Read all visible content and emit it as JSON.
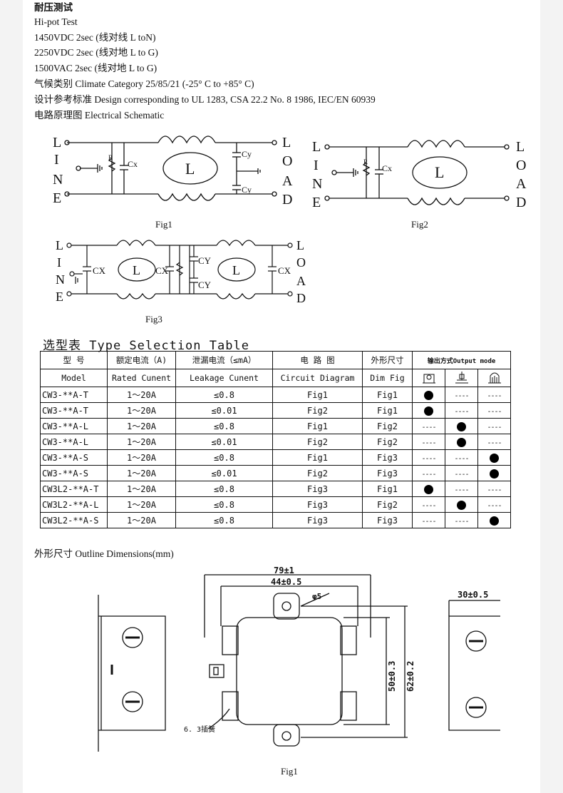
{
  "specs": {
    "line1": "耐压测试",
    "line2": "Hi-pot Test",
    "line3": "1450VDC 2sec (线对线 L toN)",
    "line4": "2250VDC 2sec (线对地 L to G)",
    "line5": "1500VAC 2sec (线对地 L to G)",
    "line6": "气候类别  Climate Category 25/85/21 (-25°  C to +85°  C)",
    "line7": "设计参考标准  Design corresponding to UL 1283, CSA 22.2 No. 8 1986, IEC/EN 60939",
    "line8": "电路原理图  Electrical Schematic"
  },
  "schematics": {
    "left_letters": [
      "L",
      "I",
      "N",
      "E"
    ],
    "right_letters": [
      "L",
      "O",
      "A",
      "D"
    ],
    "fig1": {
      "caption": "Fig1",
      "r": "R",
      "cx": "Cx",
      "cy1": "Cy",
      "cy2": "Cy",
      "l": "L"
    },
    "fig2": {
      "caption": "Fig2",
      "r": "R",
      "cx": "Cx",
      "l": "L"
    },
    "fig3": {
      "caption": "Fig3",
      "cx1": "CX",
      "cx2": "CX",
      "cx3": "CX",
      "cy1": "CY",
      "cy2": "CY",
      "l": "L"
    }
  },
  "table": {
    "title": "选型表 Type Selection Table",
    "header_cn": [
      "型      号",
      "额定电流（A)",
      "泄漏电流（≤mA）",
      "电    路    图",
      "外形尺寸",
      "输出方式Output mode"
    ],
    "header_en": [
      "Model",
      "Rated Cunent",
      "Leakage Cunent",
      "Circuit Diagram",
      "Dim Fig"
    ],
    "output_icons": [
      "screw-terminal-icon",
      "solder-lug-icon",
      "wire-lead-icon"
    ],
    "rows": [
      {
        "model": "CW3-**A-T",
        "rated": "1～20A",
        "leak": "≤0.8",
        "circuit": "Fig1",
        "dim": "Fig1",
        "out": [
          1,
          0,
          0
        ]
      },
      {
        "model": "CW3-**A-T",
        "rated": "1～20A",
        "leak": "≤0.01",
        "circuit": "Fig2",
        "dim": "Fig1",
        "out": [
          1,
          0,
          0
        ]
      },
      {
        "model": "CW3-**A-L",
        "rated": "1～20A",
        "leak": "≤0.8",
        "circuit": "Fig1",
        "dim": "Fig2",
        "out": [
          0,
          1,
          0
        ]
      },
      {
        "model": "CW3-**A-L",
        "rated": "1～20A",
        "leak": "≤0.01",
        "circuit": "Fig2",
        "dim": "Fig2",
        "out": [
          0,
          1,
          0
        ]
      },
      {
        "model": "CW3-**A-S",
        "rated": "1～20A",
        "leak": "≤0.8",
        "circuit": "Fig1",
        "dim": "Fig3",
        "out": [
          0,
          0,
          1
        ]
      },
      {
        "model": "CW3-**A-S",
        "rated": "1～20A",
        "leak": "≤0.01",
        "circuit": "Fig2",
        "dim": "Fig3",
        "out": [
          0,
          0,
          1
        ]
      },
      {
        "model": "CW3L2-**A-T",
        "rated": "1～20A",
        "leak": "≤0.8",
        "circuit": "Fig3",
        "dim": "Fig1",
        "out": [
          1,
          0,
          0
        ]
      },
      {
        "model": "CW3L2-**A-L",
        "rated": "1～20A",
        "leak": "≤0.8",
        "circuit": "Fig3",
        "dim": "Fig2",
        "out": [
          0,
          1,
          0
        ]
      },
      {
        "model": "CW3L2-**A-S",
        "rated": "1～20A",
        "leak": "≤0.8",
        "circuit": "Fig3",
        "dim": "Fig3",
        "out": [
          0,
          0,
          1
        ]
      }
    ],
    "dash": "----"
  },
  "outline": {
    "heading": "外形尺寸  Outline Dimensions(mm)",
    "dim_79": "79±1",
    "dim_44": "44±0.5",
    "dim_phi": "φ5",
    "dim_50": "50±0.3",
    "dim_62": "62±0.2",
    "dim_30": "30±0.5",
    "terminal": "6. 3插簧",
    "caption": "Fig1"
  }
}
